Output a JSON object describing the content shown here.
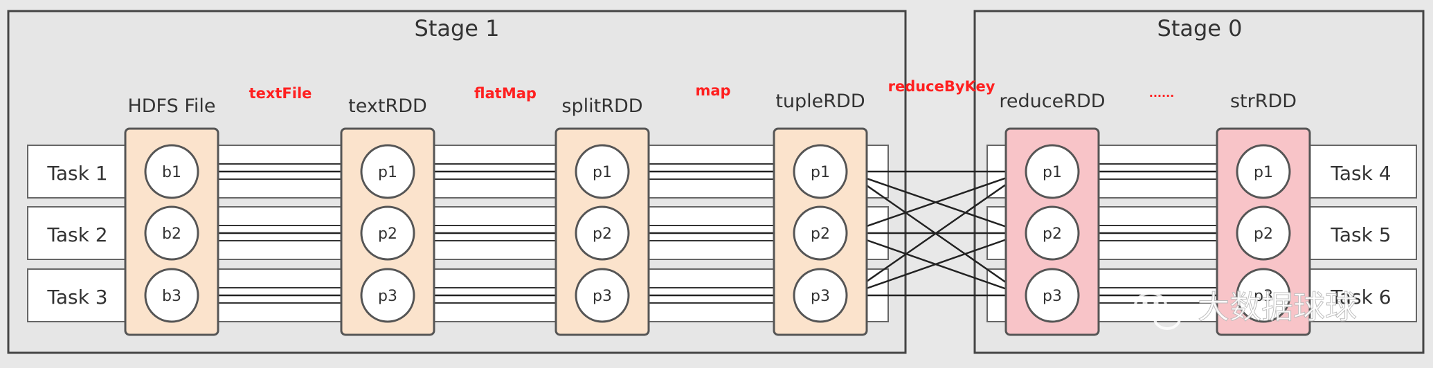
{
  "stages": [
    {
      "id": "stage1",
      "label": "Stage 1"
    },
    {
      "id": "stage0",
      "label": "Stage 0"
    }
  ],
  "rdds": [
    {
      "id": "hdfs",
      "label": "HDFS File",
      "color": "#fbe3cc",
      "parts": [
        "b1",
        "b2",
        "b3"
      ]
    },
    {
      "id": "text",
      "label": "textRDD",
      "color": "#fbe3cc",
      "parts": [
        "p1",
        "p2",
        "p3"
      ]
    },
    {
      "id": "split",
      "label": "splitRDD",
      "color": "#fbe3cc",
      "parts": [
        "p1",
        "p2",
        "p3"
      ]
    },
    {
      "id": "tuple",
      "label": "tupleRDD",
      "color": "#fbe3cc",
      "parts": [
        "p1",
        "p2",
        "p3"
      ]
    },
    {
      "id": "reduce",
      "label": "reduceRDD",
      "color": "#f8c4c8",
      "parts": [
        "p1",
        "p2",
        "p3"
      ]
    },
    {
      "id": "str",
      "label": "strRDD",
      "color": "#f8c4c8",
      "parts": [
        "p1",
        "p2",
        "p3"
      ]
    }
  ],
  "operations": [
    {
      "label": "textFile"
    },
    {
      "label": "flatMap"
    },
    {
      "label": "map"
    },
    {
      "label": "reduceByKey"
    },
    {
      "label": "......"
    }
  ],
  "left_tasks": [
    "Task 1",
    "Task 2",
    "Task 3"
  ],
  "right_tasks": [
    "Task 4",
    "Task 5",
    "Task 6"
  ],
  "watermark": {
    "text": "大数据球球",
    "icon": "wechat-icon"
  },
  "colors": {
    "operation_text": "#ff2020",
    "arrow": "#222222",
    "stage_border": "#444444",
    "narrow_box": "#fbe3cc",
    "shuffle_box": "#f8c4c8"
  }
}
